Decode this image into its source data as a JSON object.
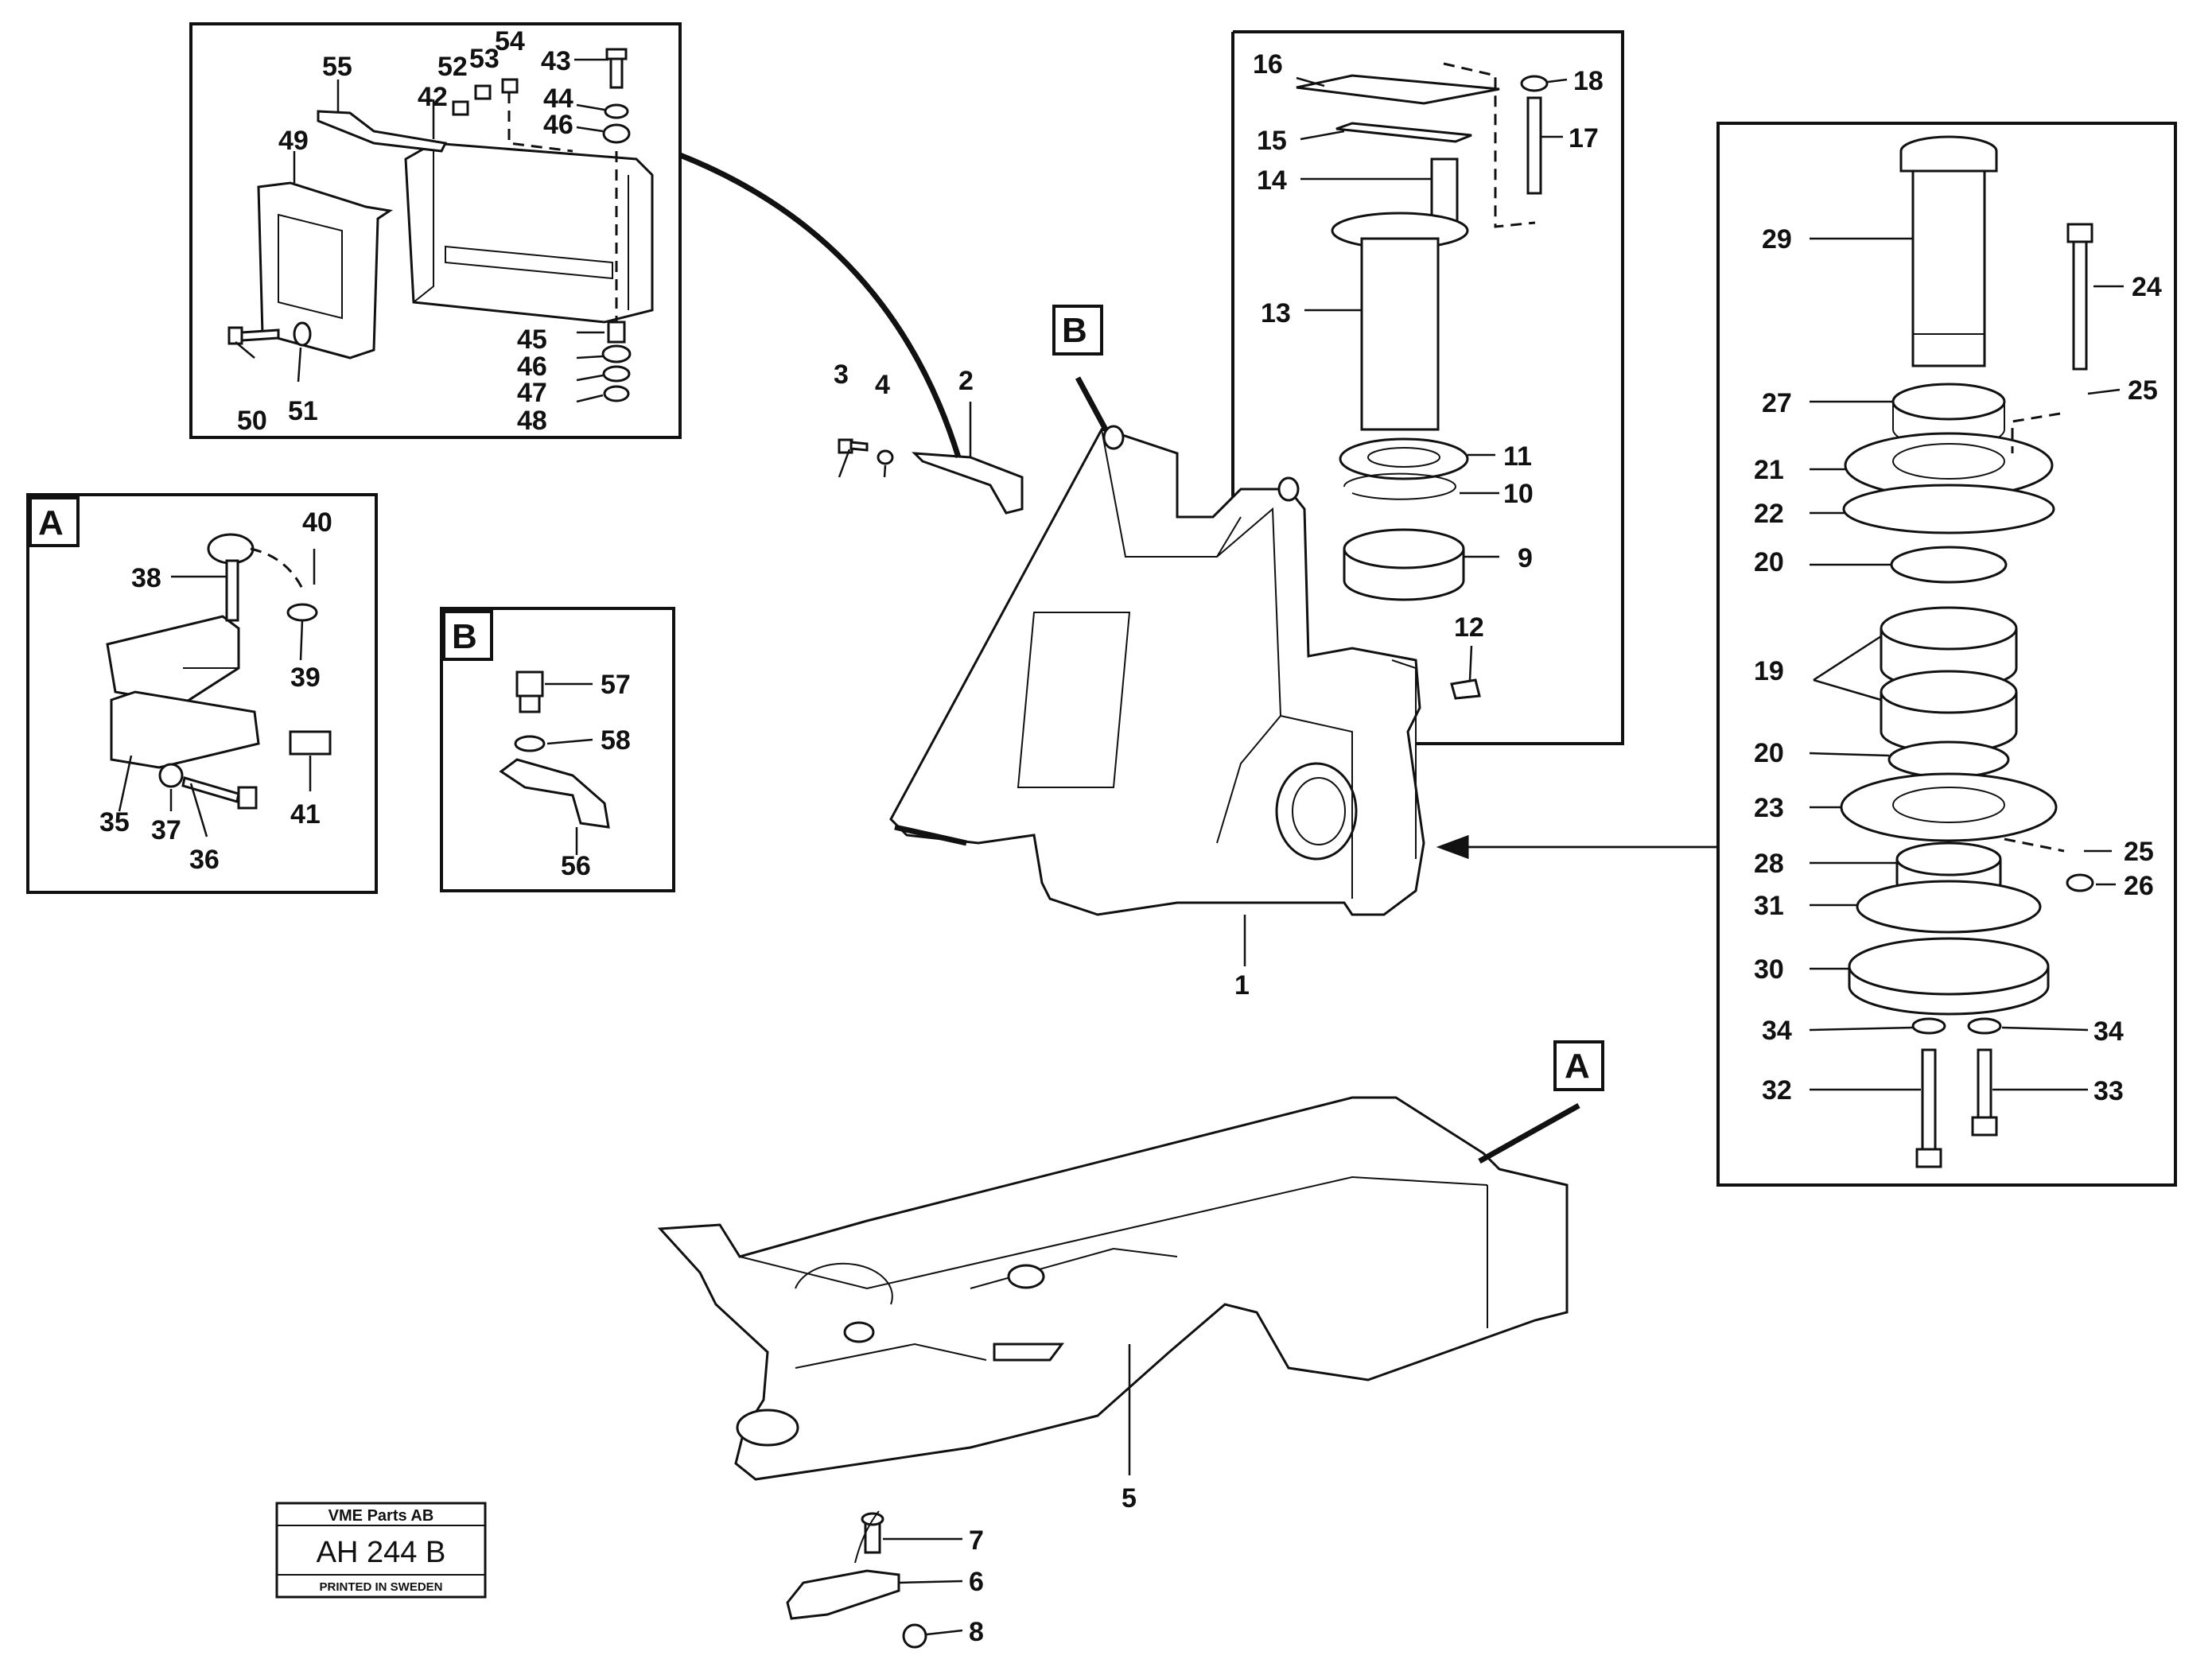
{
  "sections": {
    "a_label": "A",
    "b_label": "B"
  },
  "callouts": [
    "1",
    "2",
    "3",
    "4",
    "5",
    "6",
    "7",
    "8",
    "9",
    "10",
    "11",
    "12",
    "13",
    "14",
    "15",
    "16",
    "17",
    "18",
    "19",
    "20",
    "20",
    "21",
    "22",
    "23",
    "24",
    "25",
    "25",
    "26",
    "27",
    "28",
    "29",
    "30",
    "31",
    "32",
    "33",
    "34",
    "34",
    "35",
    "36",
    "37",
    "38",
    "39",
    "40",
    "41",
    "42",
    "43",
    "44",
    "45",
    "46",
    "46",
    "47",
    "48",
    "49",
    "50",
    "51",
    "52",
    "53",
    "54",
    "55",
    "56",
    "57",
    "58"
  ],
  "stamp": {
    "company": "VME Parts AB",
    "code": "AH 244 B",
    "printed": "PRINTED IN SWEDEN"
  },
  "colors": {
    "ink": "#111111",
    "paper": "#ffffff"
  }
}
